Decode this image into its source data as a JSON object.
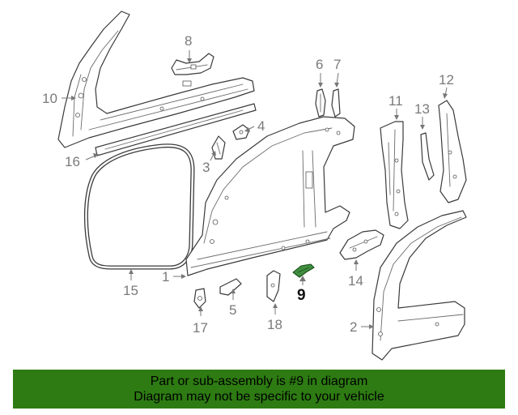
{
  "callouts": {
    "c1": "1",
    "c2": "2",
    "c3": "3",
    "c4": "4",
    "c5": "5",
    "c6": "6",
    "c7": "7",
    "c8": "8",
    "c9": "9",
    "c10": "10",
    "c11": "11",
    "c12": "12",
    "c13": "13",
    "c14": "14",
    "c15": "15",
    "c16": "16",
    "c17": "17",
    "c18": "18"
  },
  "highlighted_part": "9",
  "colors": {
    "banner": "#2d7b12",
    "highlight": "#3f8f3f",
    "linework": "#3a3a3a"
  },
  "banner": {
    "line1": "Part or sub-assembly is #9 in diagram",
    "line2": "Diagram may not be specific to your vehicle"
  }
}
